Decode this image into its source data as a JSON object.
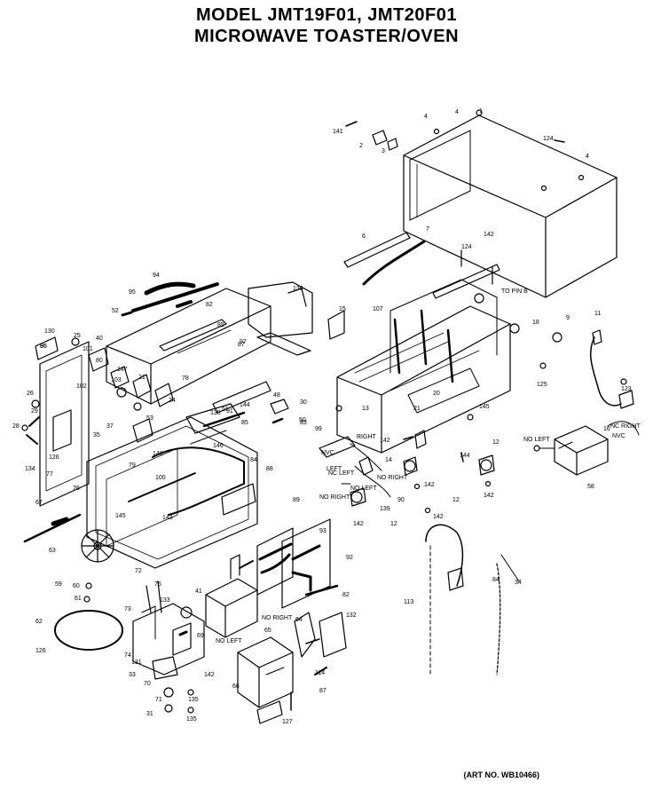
{
  "title": {
    "line1": "MODEL JMT19F01, JMT20F01",
    "line2": "MICROWAVE TOASTER/OVEN"
  },
  "art_number": "(ART NO. WB10466)",
  "part_labels": [
    "1",
    "2",
    "3",
    "4",
    "6",
    "7",
    "9",
    "11",
    "12",
    "13",
    "14",
    "15",
    "16",
    "18",
    "20",
    "21",
    "24",
    "25",
    "26",
    "28",
    "29",
    "30",
    "31",
    "33",
    "34",
    "35",
    "37",
    "40",
    "41",
    "48",
    "50",
    "51",
    "52",
    "53",
    "58",
    "59",
    "60",
    "61",
    "62",
    "63",
    "64",
    "65",
    "66",
    "67",
    "69",
    "70",
    "71",
    "72",
    "73",
    "74",
    "75",
    "76",
    "77",
    "78",
    "79",
    "80",
    "82",
    "83",
    "84",
    "85",
    "86",
    "87",
    "88",
    "89",
    "90",
    "91",
    "92",
    "93",
    "94",
    "95",
    "96",
    "97",
    "99",
    "100",
    "101",
    "102",
    "103",
    "107",
    "113",
    "114",
    "123",
    "124",
    "125",
    "126",
    "127",
    "130",
    "131",
    "132",
    "133",
    "134",
    "135",
    "136",
    "138",
    "139",
    "140",
    "141",
    "142",
    "143",
    "144",
    "145",
    "146",
    "147"
  ],
  "wire_labels": [
    "RIGHT",
    "LEFT",
    "NO RIGHT",
    "NO LEFT",
    "NO RIGHT",
    "NO LEFT",
    "NC RIGHT",
    "NC LEFT",
    "NVC",
    "NVC",
    "NO RIGHT",
    "NO LEFT",
    "TO PIN B"
  ]
}
